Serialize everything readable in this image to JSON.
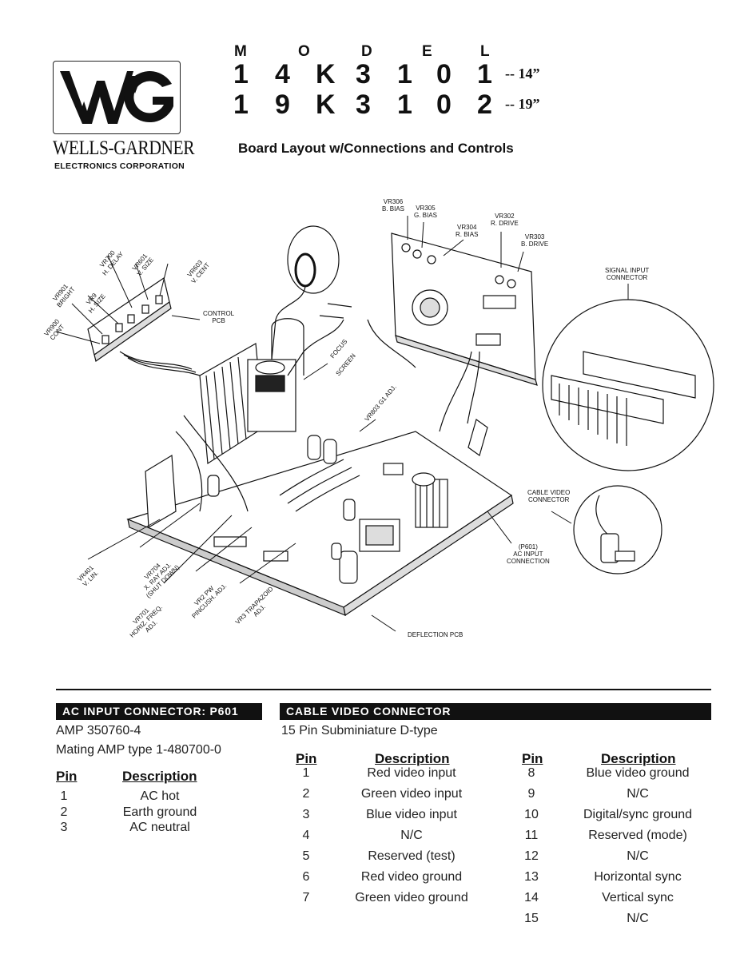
{
  "logo": {
    "mark": "WG",
    "company": "WELLS-GARDNER",
    "subtitle": "ELECTRONICS CORPORATION"
  },
  "model": {
    "letters": [
      "M",
      "O",
      "D",
      "E",
      "L"
    ],
    "rows": [
      {
        "chars": [
          "1",
          "4",
          "K",
          "3",
          "1",
          "0",
          "1"
        ],
        "size": "-- 14”"
      },
      {
        "chars": [
          "1",
          "9",
          "K",
          "3",
          "1",
          "0",
          "2"
        ],
        "size": "-- 19”"
      }
    ]
  },
  "board_title": "Board Layout w/Connections and Controls",
  "diagram_labels": {
    "vr306": "VR306",
    "vr306_sub": "B. BIAS",
    "vr305": "VR305",
    "vr305_sub": "G. BIAS",
    "vr304": "VR304",
    "vr304_sub": "R. BIAS",
    "vr302": "VR302",
    "vr302_sub": "R. DRIVE",
    "vr303": "VR303",
    "vr303_sub": "B. DRIVE",
    "signal_input": "SIGNAL INPUT",
    "signal_input_2": "CONNECTOR",
    "vr700": "VR700",
    "vr700_sub": "H. DELAY",
    "vr601": "VR601",
    "vr601_sub": "V. SIZE",
    "vr603": "VR603",
    "vr603_sub": "V. CENT",
    "vr901": "VR901",
    "vr901_sub": "BRIGHT",
    "vr9": "VR9",
    "vr9_sub": "H. SIZE",
    "vr900": "VR900",
    "vr900_sub": "CONT",
    "control_pcb": "CONTROL",
    "control_pcb_2": "PCB",
    "focus": "FOCUS",
    "screen": "SCREEN",
    "vr803": "VR803 G1 ADJ.",
    "cable_video": "CABLE VIDEO",
    "cable_video_2": "CONNECTOR",
    "p601": "(P601)",
    "p601_2": "AC INPUT",
    "p601_3": "CONNECTION",
    "vr401": "VR401",
    "vr401_sub": "V. LIN.",
    "vr704": "VR704",
    "vr704_sub": "X. RAY ADJ.",
    "vr704_sub2": "(SHUT DOWN)",
    "vr701": "VR701",
    "vr701_sub": "HORIZ. FREQ.",
    "vr701_sub2": "ADJ.",
    "vr2": "VR2 PW",
    "vr2_sub": "PINCUSH. ADJ.",
    "vr3": "VR3 TRAPAZOID",
    "vr3_sub": "ADJ.",
    "deflection_pcb": "DEFLECTION PCB"
  },
  "ac_input": {
    "heading": "AC INPUT CONNECTOR: P601",
    "part": "AMP 350760-4",
    "mating": "Mating AMP type 1-480700-0",
    "col_pin": "Pin",
    "col_desc": "Description",
    "rows": [
      {
        "pin": "1",
        "desc": "AC hot"
      },
      {
        "pin": "2",
        "desc": "Earth ground"
      },
      {
        "pin": "3",
        "desc": "AC neutral"
      }
    ]
  },
  "cable_video": {
    "heading": "CABLE VIDEO CONNECTOR",
    "type": "15 Pin Subminiature D-type",
    "col_pin": "Pin",
    "col_desc": "Description",
    "left_rows": [
      {
        "pin": "1",
        "desc": "Red video input"
      },
      {
        "pin": "2",
        "desc": "Green video input"
      },
      {
        "pin": "3",
        "desc": "Blue video input"
      },
      {
        "pin": "4",
        "desc": "N/C"
      },
      {
        "pin": "5",
        "desc": "Reserved (test)"
      },
      {
        "pin": "6",
        "desc": "Red video ground"
      },
      {
        "pin": "7",
        "desc": "Green video ground"
      }
    ],
    "right_rows": [
      {
        "pin": "8",
        "desc": "Blue video ground"
      },
      {
        "pin": "9",
        "desc": "N/C"
      },
      {
        "pin": "10",
        "desc": "Digital/sync ground"
      },
      {
        "pin": "11",
        "desc": "Reserved (mode)"
      },
      {
        "pin": "12",
        "desc": "N/C"
      },
      {
        "pin": "13",
        "desc": "Horizontal sync"
      },
      {
        "pin": "14",
        "desc": "Vertical sync"
      },
      {
        "pin": "15",
        "desc": "N/C"
      }
    ]
  }
}
